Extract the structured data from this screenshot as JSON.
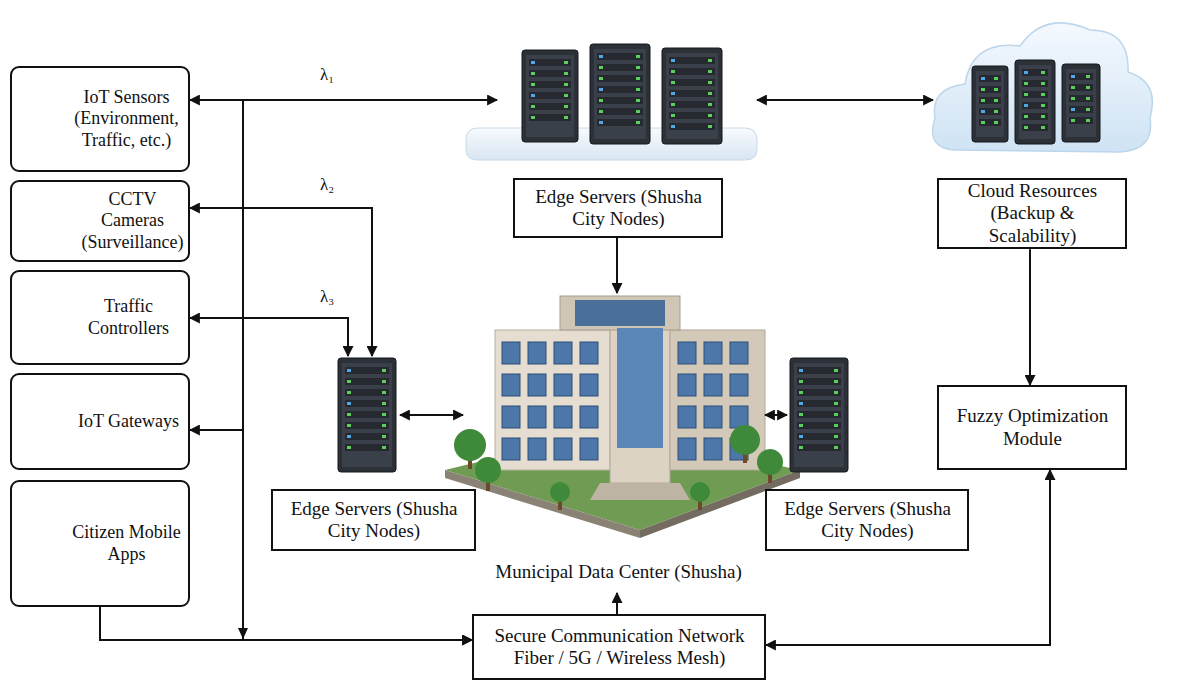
{
  "diagram": {
    "nodes": [
      {
        "text": [
          "IoT Sensors (Environment, Traffic, etc.)"
        ]
      },
      {
        "text": [
          "CCTV Cameras (Surveillance)"
        ]
      },
      {
        "text": [
          "Traffic Controllers"
        ]
      },
      {
        "text": [
          "IoT Gateways"
        ]
      },
      {
        "text": [
          "Citizen Mobile Apps"
        ]
      },
      {
        "text": [
          "Edge Servers (Shusha City Nodes)"
        ]
      },
      {
        "text": [
          "Cloud Resources (Backup & Scalability)"
        ]
      },
      {
        "text": [
          "Edge Servers (Shusha City Nodes)"
        ]
      },
      {
        "text": [
          "Municipal Data Center (Shusha)"
        ]
      },
      {
        "text": [
          "Edge Servers (Shusha City Nodes)"
        ]
      },
      {
        "text": [
          "Fuzzy Optimization Module"
        ]
      },
      {
        "text": [
          "Secure Communication Network Fiber / 5G / Wireless Mesh)"
        ]
      }
    ],
    "edges": [
      {
        "from": 0,
        "to": 5,
        "arrow": "both",
        "label": "λ₁"
      },
      {
        "from": 5,
        "to": 6,
        "arrow": "both"
      },
      {
        "from": 1,
        "to": 7,
        "arrow": "both",
        "label": "λ₂"
      },
      {
        "from": 2,
        "to": 7,
        "arrow": "both",
        "label": "λ₃"
      },
      {
        "from": 0,
        "to": 11,
        "arrow": "to"
      },
      {
        "from": 11,
        "to": 3,
        "arrow": "to"
      },
      {
        "from": 4,
        "to": 11,
        "arrow": "to"
      },
      {
        "from": 5,
        "to": 8,
        "arrow": "to"
      },
      {
        "from": 7,
        "to": 8,
        "arrow": "both"
      },
      {
        "from": 9,
        "to": 8,
        "arrow": "both"
      },
      {
        "from": 11,
        "to": 8,
        "arrow": "to"
      },
      {
        "from": 6,
        "to": 10,
        "arrow": "to"
      },
      {
        "from": 11,
        "to": 10,
        "arrow": "both"
      }
    ]
  }
}
